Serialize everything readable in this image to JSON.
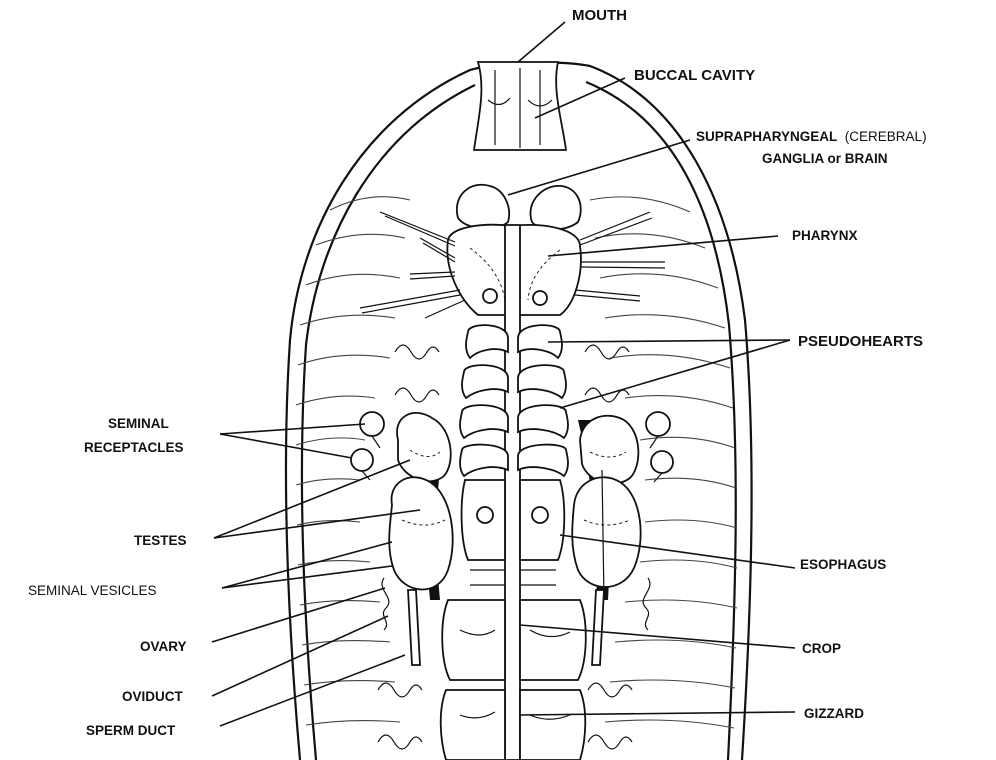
{
  "labels": {
    "mouth": "MOUTH",
    "buccal_cavity": "BUCCAL CAVITY",
    "brain_line1": "SUPRAPHARYNGEAL",
    "brain_line1_paren": "(CEREBRAL)",
    "brain_line2": "GANGLIA or BRAIN",
    "pharynx": "PHARYNX",
    "pseudohearts": "PSEUDOHEARTS",
    "seminal_receptacles_line1": "SEMINAL",
    "seminal_receptacles_line2": "RECEPTACLES",
    "testes": "TESTES",
    "seminal_vesicles": "SEMINAL VESICLES",
    "esophagus": "ESOPHAGUS",
    "ovary": "OVARY",
    "crop": "CROP",
    "oviduct": "OVIDUCT",
    "gizzard": "GIZZARD",
    "sperm_duct": "SPERM DUCT"
  },
  "colors": {
    "ink": "#111111",
    "background": "#ffffff"
  }
}
